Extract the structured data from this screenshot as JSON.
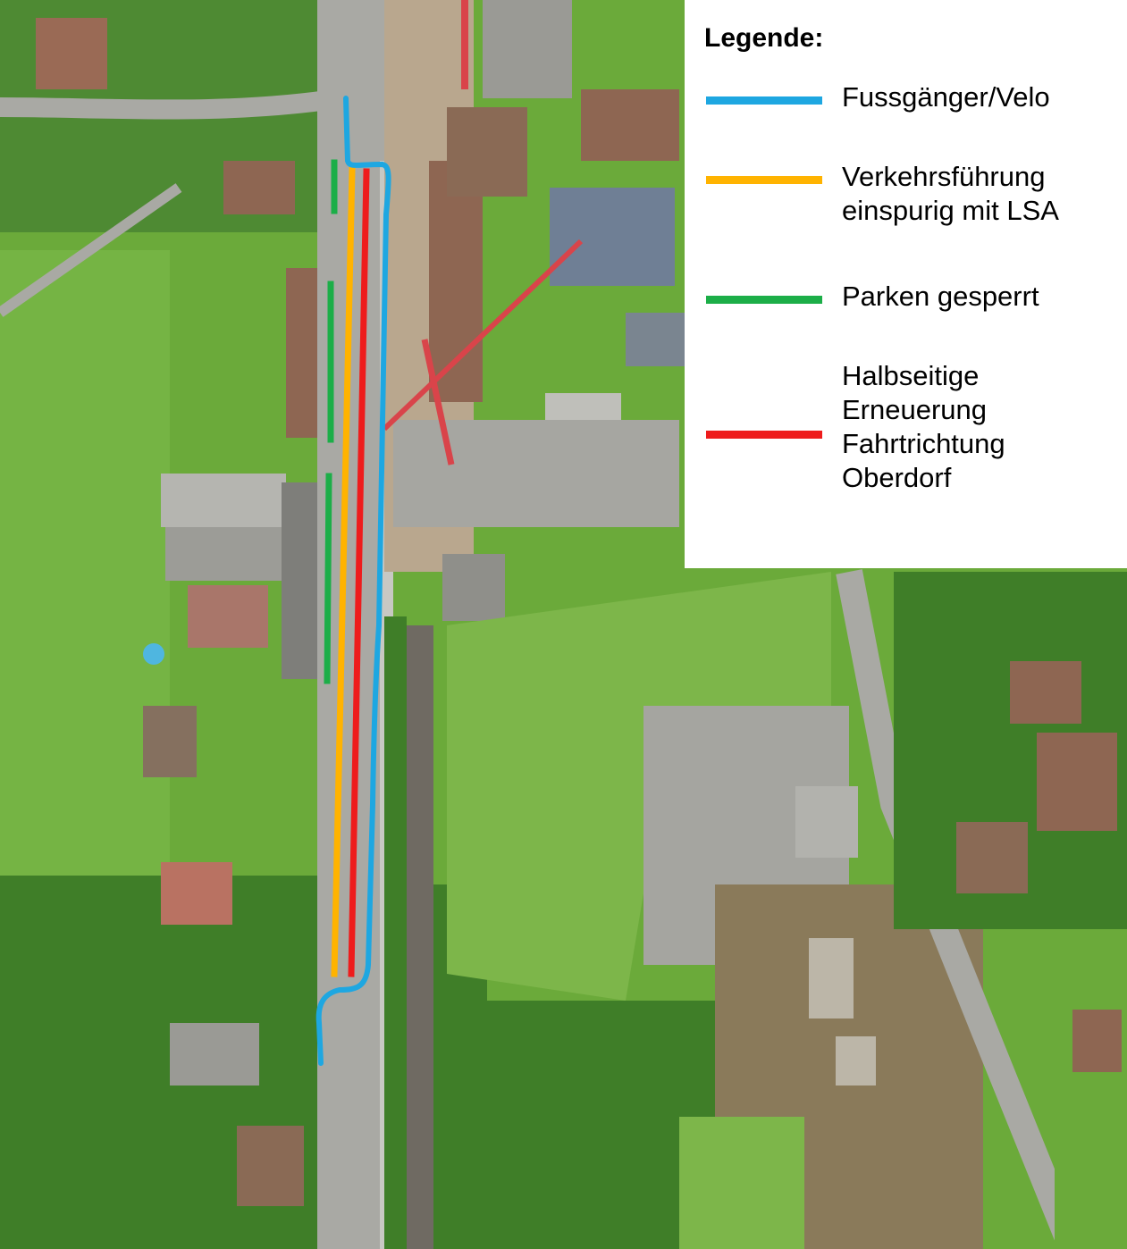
{
  "legend": {
    "title": "Legende:",
    "items": [
      {
        "label": "Fussgänger/Velo",
        "color": "#1EA7E1"
      },
      {
        "label": "Verkehrsführung\neinspurig mit LSA",
        "color": "#FFB300"
      },
      {
        "label": "Parken gesperrt",
        "color": "#1CAE48"
      },
      {
        "label": "Halbseitige\nErneuerung\nFahrtrichtung\nOberdorf",
        "color": "#EE1C1C"
      }
    ]
  },
  "colors": {
    "grass": "#6BAA3A",
    "grass_dark": "#4F8E2C",
    "trees": "#2E6B1F",
    "road": "#A9A9A4",
    "roof": "#8A6A55",
    "flat_roof": "#9A9A95",
    "construction": "#B9A78E"
  }
}
